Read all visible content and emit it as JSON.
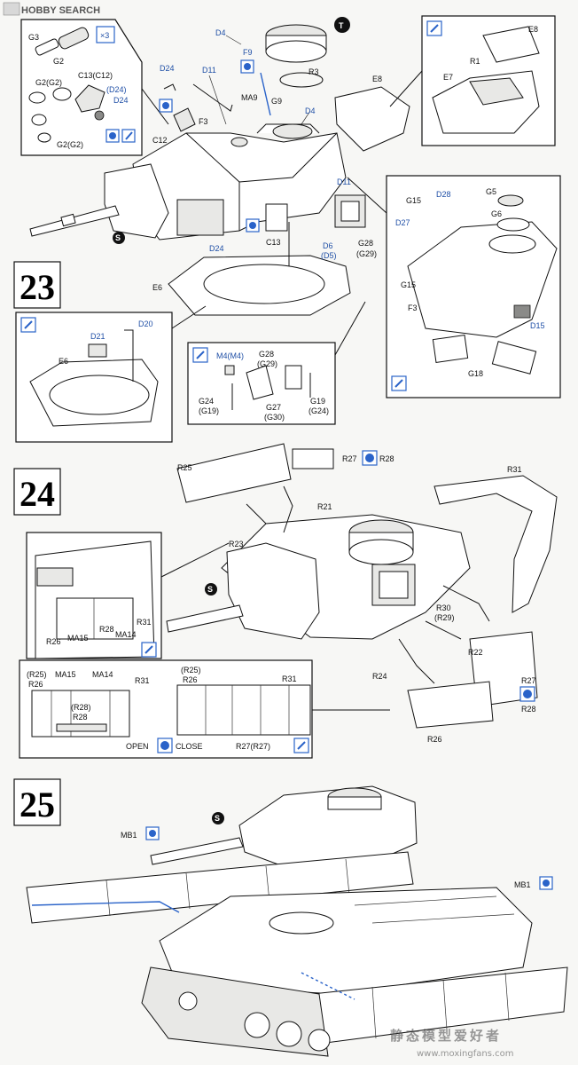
{
  "header": {
    "logo_text": "HOBBY SEARCH"
  },
  "steps": [
    {
      "number": "23"
    },
    {
      "number": "24"
    },
    {
      "number": "25"
    }
  ],
  "step23": {
    "top_left_inset": {
      "g3": "G3",
      "g2": "G2",
      "c13": "C13(C12)",
      "g2_g2_a": "G2(G2)",
      "d24_paren": "(D24)",
      "d24": "D24",
      "g2_g2_b": "G2(G2)"
    },
    "main": {
      "d4_top": "D4",
      "f9": "F9",
      "d24_a": "D24",
      "d11_a": "D11",
      "r3": "R3",
      "ma9": "MA9",
      "g9": "G9",
      "d4_mid": "D4",
      "e8": "E8",
      "c12": "C12",
      "f3": "F3",
      "d11_b": "D11",
      "c13": "C13",
      "d24_b": "D24",
      "d6": "D6",
      "d5": "(D5)",
      "g28": "G28",
      "g29": "(G29)",
      "e6": "E6",
      "t_marker": "T",
      "s_marker": "S"
    },
    "top_right_inset": {
      "e8": "E8",
      "r1": "R1",
      "e7": "E7"
    },
    "right_inset": {
      "g15_a": "G15",
      "d28": "D28",
      "g5": "G5",
      "g6": "G6",
      "d27": "D27",
      "g15_b": "G15",
      "f3": "F3",
      "d15": "D15",
      "g18": "G18"
    },
    "bottom_left_inset": {
      "d21": "D21",
      "d20": "D20",
      "e6": "E6"
    },
    "bottom_mid_inset": {
      "m4": "M4(M4)",
      "g28": "G28",
      "g29": "(G29)",
      "g24": "G24",
      "g19": "(G19)",
      "g27": "G27",
      "g30": "(G30)",
      "g19b": "G19",
      "g24b": "(G24)"
    }
  },
  "step24": {
    "main": {
      "r25": "R25",
      "r27": "R27",
      "r28": "R28",
      "r31": "R31",
      "r21": "R21",
      "r23": "R23",
      "s_marker": "S",
      "r30": "R30",
      "r29": "(R29)",
      "r22": "R22",
      "r24": "R24",
      "r27b": "R27",
      "r28b": "R28",
      "r26": "R26"
    },
    "left_inset": {
      "r26": "R26",
      "ma15": "MA15",
      "r28": "R28",
      "ma14": "MA14",
      "r31": "R31"
    },
    "bottom_inset": {
      "r25_a": "(R25)",
      "r26_a": "R26",
      "ma15": "MA15",
      "ma14": "MA14",
      "r31_a": "R31",
      "r28_paren": "(R28)",
      "r28": "R28",
      "r25_b": "(R25)",
      "r26_b": "R26",
      "r31_b": "R31",
      "r27": "R27(R27)",
      "open": "OPEN",
      "close": "CLOSE"
    }
  },
  "step25": {
    "s_marker": "S",
    "mb1_left": "MB1",
    "mb1_right": "MB1"
  },
  "watermark": {
    "main": "静态模型爱好者",
    "url": "www.moxingfans.com"
  },
  "colors": {
    "accent_blue": "#2a63c9",
    "line": "#111111",
    "paper": "#f7f7f5"
  }
}
